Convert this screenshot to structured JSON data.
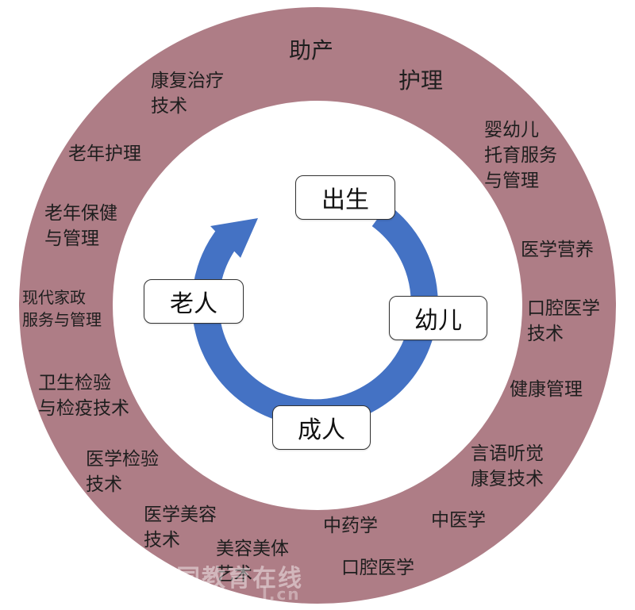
{
  "colors": {
    "ring": "#ae7d86",
    "inner": "#ffffff",
    "arrow": "#4472c4",
    "text": "#1e1e1e"
  },
  "cycle": {
    "birth": "出生",
    "infant": "幼儿",
    "adult": "成人",
    "elderly": "老人"
  },
  "specialties": {
    "midwifery": "助产",
    "nursing": "护理",
    "infant_care": [
      "婴幼儿",
      "托育服务",
      "与管理"
    ],
    "medical_nutrition": "医学营养",
    "oral_medicine_tech": [
      "口腔医学",
      "技术"
    ],
    "health_management": "健康管理",
    "speech_hearing": [
      "言语听觉",
      "康复技术"
    ],
    "tcm": "中医学",
    "oral_medicine": "口腔医学",
    "chinese_pharmacy": "中药学",
    "beauty_arts": [
      "美容美体",
      "艺术"
    ],
    "medical_cosmetology": [
      "医学美容",
      "技术"
    ],
    "medical_lab": [
      "医学检验",
      "技术"
    ],
    "health_inspection": [
      "卫生检验",
      "与检疫技术"
    ],
    "home_service": [
      "现代家政",
      "服务与管理"
    ],
    "elderly_health": [
      "老年保健",
      "与管理"
    ],
    "elderly_nursing": "老年护理",
    "rehab_therapy": [
      "康复治疗",
      "技术"
    ]
  },
  "watermark": {
    "main": "同教育在线",
    "sub": "l.cn"
  }
}
